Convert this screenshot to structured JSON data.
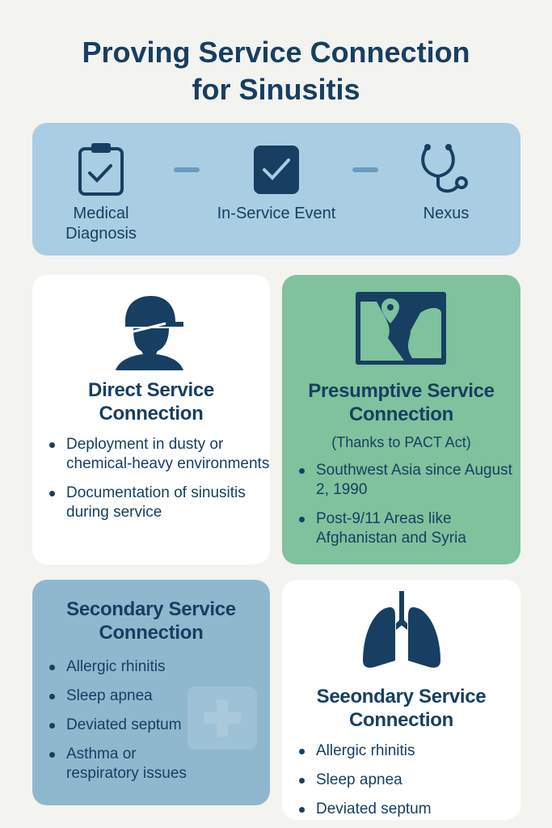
{
  "title": [
    "Proving Service Connection",
    "for Sinusitis"
  ],
  "steps": [
    {
      "label": "Medical Diagnosis",
      "icon": "clipboard-check-icon"
    },
    {
      "label": "In-Service Event",
      "icon": "check-square-icon"
    },
    {
      "label": "Nexus",
      "icon": "stethoscope-icon"
    }
  ],
  "cards": [
    {
      "title": "Direct Service Connection",
      "icon": "soldier-icon",
      "items": [
        "Deployment in dusty or chemical-heavy environments",
        "Documentation of sinusitis during service"
      ]
    },
    {
      "title": "Presumptive Service Connection",
      "subtitle": "(Thanks to PACT Act)",
      "icon": "map-pin-icon",
      "items": [
        "Southwest Asia since August 2, 1990",
        "Post-9/11 Areas like Afghanistan and Syria"
      ]
    },
    {
      "title": "Secondary Service Connection",
      "icon": "medical-cross-icon",
      "items": [
        "Allergic rhinitis",
        "Sleep apnea",
        "Deviated septum",
        "Asthma or respiratory issues"
      ]
    },
    {
      "title": "Seeondary Service Connection",
      "icon": "lungs-icon",
      "items": [
        "Allergic rhinitis",
        "Sleep apnea",
        "Deviated septum"
      ]
    }
  ],
  "colors": {
    "navy": "#173f62",
    "blue_panel": "#a9cde2",
    "green": "#7fc29d",
    "blue_card": "#8fb8cf"
  }
}
